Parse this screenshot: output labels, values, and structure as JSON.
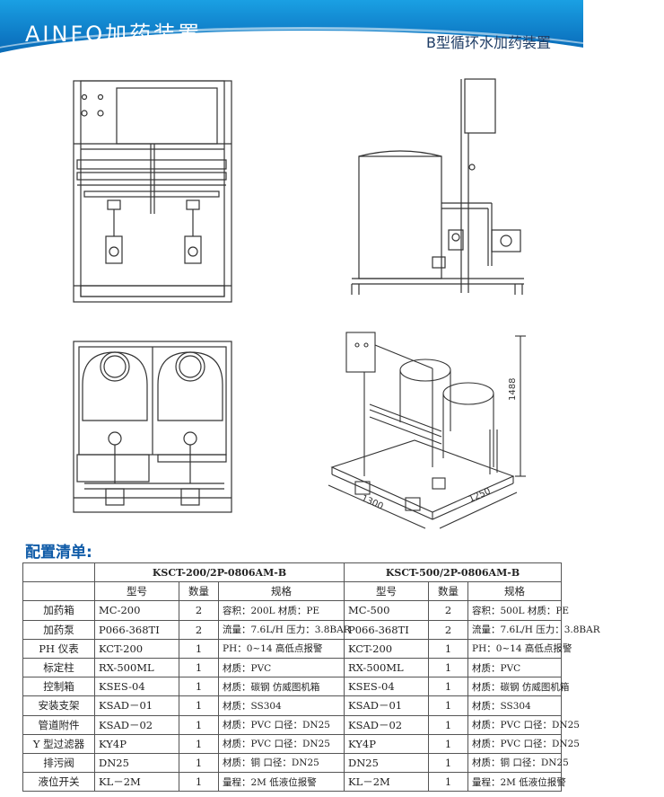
{
  "header": {
    "brand_title": "AINFO加药装置",
    "product_title": "B型循环水加药装置"
  },
  "drawings": {
    "dimension_height": "1488",
    "dimension_length": "1300",
    "dimension_width": "1250"
  },
  "section": {
    "title": "配置清单:"
  },
  "table": {
    "model_a": "KSCT-200/2P-0806AM-B",
    "model_b": "KSCT-500/2P-0806AM-B",
    "sub_headers": [
      "型号",
      "数量",
      "规格",
      "型号",
      "数量",
      "规格"
    ],
    "rows": [
      {
        "name": "加药箱",
        "a_model": "MC-200",
        "a_qty": "2",
        "a_spec": "容积：200L 材质：PE",
        "b_model": "MC-500",
        "b_qty": "2",
        "b_spec": "容积：500L 材质：PE"
      },
      {
        "name": "加药泵",
        "a_model": "P066-368TI",
        "a_qty": "2",
        "a_spec": "流量：7.6L/H 压力：3.8BAR",
        "b_model": "P066-368TI",
        "b_qty": "2",
        "b_spec": "流量：7.6L/H 压力：3.8BAR"
      },
      {
        "name": "PH 仪表",
        "a_model": "KCT-200",
        "a_qty": "1",
        "a_spec": "PH：0~14 高低点报警",
        "b_model": "KCT-200",
        "b_qty": "1",
        "b_spec": "PH：0~14 高低点报警"
      },
      {
        "name": "标定柱",
        "a_model": "RX-500ML",
        "a_qty": "1",
        "a_spec": "材质：PVC",
        "b_model": "RX-500ML",
        "b_qty": "1",
        "b_spec": "材质：PVC"
      },
      {
        "name": "控制箱",
        "a_model": "KSES-04",
        "a_qty": "1",
        "a_spec": "材质：碳钢 仿威图机箱",
        "b_model": "KSES-04",
        "b_qty": "1",
        "b_spec": "材质：碳钢 仿威图机箱"
      },
      {
        "name": "安装支架",
        "a_model": "KSAD－01",
        "a_qty": "1",
        "a_spec": "材质：SS304",
        "b_model": "KSAD－01",
        "b_qty": "1",
        "b_spec": "材质：SS304"
      },
      {
        "name": "管道附件",
        "a_model": "KSAD－02",
        "a_qty": "1",
        "a_spec": "材质：PVC 口径：DN25",
        "b_model": "KSAD－02",
        "b_qty": "1",
        "b_spec": "材质：PVC 口径：DN25"
      },
      {
        "name": "Y 型过滤器",
        "a_model": "KY4P",
        "a_qty": "1",
        "a_spec": "材质：PVC 口径：DN25",
        "b_model": "KY4P",
        "b_qty": "1",
        "b_spec": "材质：PVC 口径：DN25"
      },
      {
        "name": "排污阀",
        "a_model": "DN25",
        "a_qty": "1",
        "a_spec": "材质：铜 口径：DN25",
        "b_model": "DN25",
        "b_qty": "1",
        "b_spec": "材质：铜 口径：DN25"
      },
      {
        "name": "液位开关",
        "a_model": "KL－2M",
        "a_qty": "1",
        "a_spec": "量程：2M 低液位报警",
        "b_model": "KL－2M",
        "b_qty": "1",
        "b_spec": "量程：2M 低液位报警"
      }
    ]
  }
}
